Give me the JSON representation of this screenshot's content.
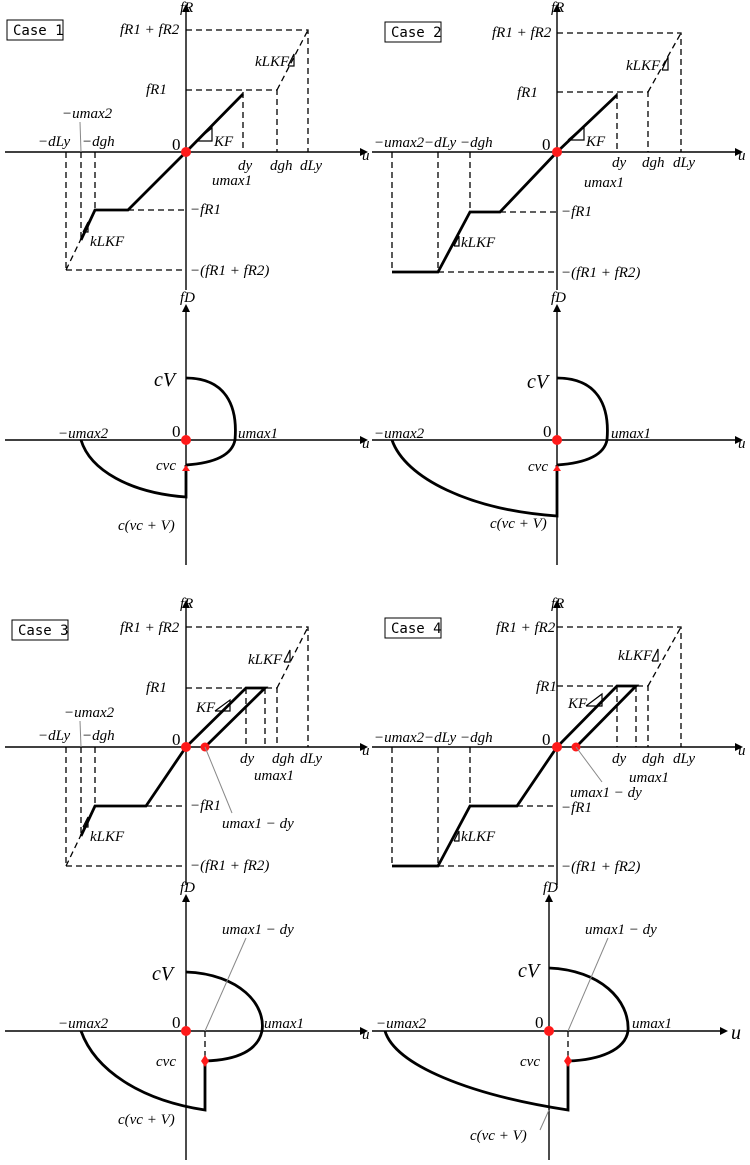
{
  "cases": [
    {
      "title": "Case 1"
    },
    {
      "title": "Case 2"
    },
    {
      "title": "Case 3"
    },
    {
      "title": "Case 4"
    }
  ],
  "labels": {
    "fR": "fR",
    "fD": "fD",
    "u": "u",
    "zero": "0",
    "fR1_plus_fR2": "fR1 + fR2",
    "fR1": "fR1",
    "neg_fR1": "−fR1",
    "neg_fR1_plus_fR2": "−(fR1 + fR2)",
    "kLKF": "kLKF",
    "KF": "KF",
    "dy": "dy",
    "dgh": "dgh",
    "dLy": "dLy",
    "neg_dLy": "−dLy",
    "neg_dgh": "−dgh",
    "umax1": "umax1",
    "neg_umax2": "−umax2",
    "umax1_minus_dy": "umax1 − dy",
    "cV": "cV",
    "cvc": "cvc",
    "c_vc_plus_V": "c(vc + V)"
  }
}
